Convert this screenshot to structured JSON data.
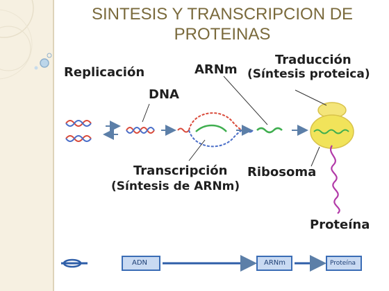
{
  "slide": {
    "title_line1": "SINTESIS Y TRANSCRIPCION DE",
    "title_line2": "PROTEINAS"
  },
  "diagram": {
    "replicacion": "Replicación",
    "dna": "DNA",
    "arnm": "ARNm",
    "traduccion_line1": "Traducción",
    "traduccion_line2": "(Síntesis proteica)",
    "transcripcion_line1": "Transcripción",
    "transcripcion_line2": "(Síntesis de ARNm)",
    "ribosoma": "Ribosoma",
    "proteina": "Proteína"
  },
  "flow": {
    "adn": "ADN",
    "arnm": "ARNm",
    "proteina": "Proteína"
  },
  "colors": {
    "title": "#7a6a3c",
    "sidebar": "#f6f0e1",
    "arrow": "#5c7fa8",
    "dna_red": "#d94a3a",
    "dna_blue": "#4a6ec8",
    "ribosome": "#f1e35a",
    "protein": "#b23aa8"
  }
}
